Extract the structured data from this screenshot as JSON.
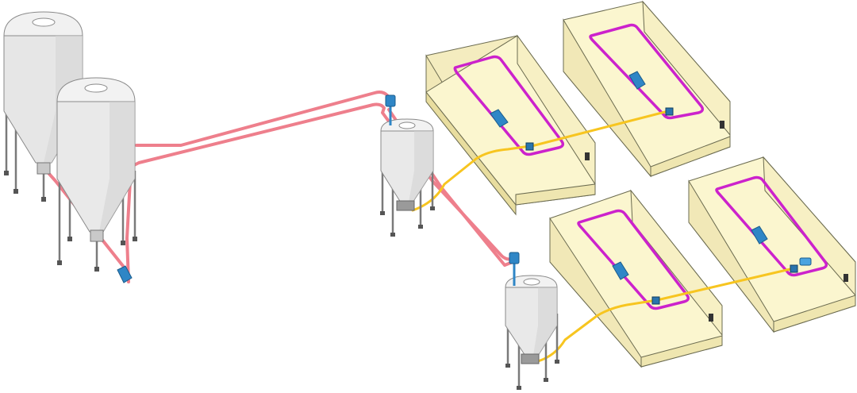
{
  "diagram": {
    "kind": "isometric feed distribution system",
    "colors": {
      "background": "#ffffff",
      "silo_fill": "#e9e9e9",
      "silo_shade": "#d2d2d2",
      "silo_outline": "#8a8a8a",
      "legs": "#7a7a7a",
      "main_pipe": "#ee7f8c",
      "feed_pipe": "#f7c520",
      "loop_pipe": "#cc22cc",
      "equipment": "#2f86c6",
      "pen_fill": "#fbf6cf",
      "pen_shade": "#efe6b0",
      "pen_outline": "#6b6b50"
    },
    "components": {
      "large_silos": 2,
      "small_silos": 2,
      "feed_pens": 4,
      "motor_units": 9
    },
    "icons": [
      "silo-icon",
      "motor-unit-icon",
      "feed-pen-icon"
    ]
  }
}
